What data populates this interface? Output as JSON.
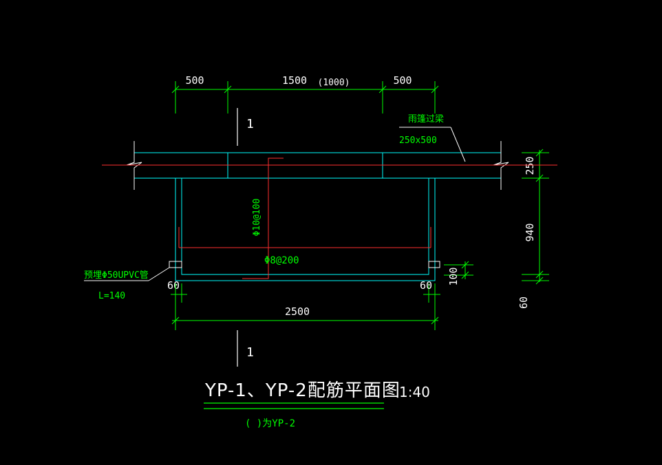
{
  "colors": {
    "background": "#000000",
    "dimension": "#00ff00",
    "outline": "#00ffff",
    "rebar": "#ff3030",
    "text": "#ffffff",
    "annotation": "#00ff00",
    "title_underline": "#00ff00"
  },
  "dimensions": {
    "top_left": "500",
    "top_middle": "1500",
    "top_middle_alt": "(1000)",
    "top_right": "500",
    "right_top": "250",
    "right_middle": "940",
    "right_small": "100",
    "right_bottom": "60",
    "edge_left": "60",
    "edge_right": "60",
    "bottom_total": "2500"
  },
  "section_marks": {
    "top": "1",
    "bottom": "1"
  },
  "annotations": {
    "beam_name": "雨篷过梁",
    "beam_size": "250x500",
    "rebar_long": "Φ10@100",
    "rebar_dist": "Φ8@200",
    "pipe_note": "预埋Φ50UPVC管",
    "pipe_length": "L=140"
  },
  "title": {
    "text": "YP-1、YP-2配筋平面图",
    "scale": "1:40",
    "note": "(  )为YP-2"
  }
}
